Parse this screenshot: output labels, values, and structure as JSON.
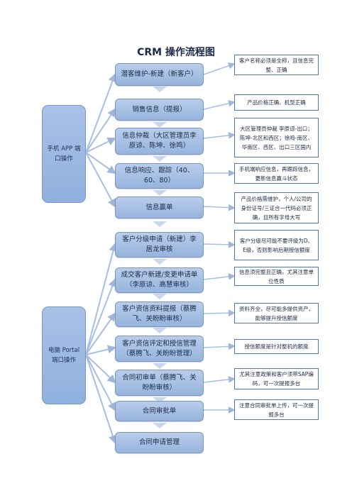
{
  "title": "CRM 操作流程图",
  "sides": [
    {
      "label": "手机 APP 端口操作"
    },
    {
      "label": "电脑 Portal 端口操作"
    }
  ],
  "steps": [
    {
      "label": "潜客维护-新建（新客户）"
    },
    {
      "label": "销售信息（提报）"
    },
    {
      "label": "信息仲裁（大区管理员李原谅、陈坤、徐鸣）"
    },
    {
      "label": "信息响应、跟踪（40、60、80）"
    },
    {
      "label": "信息赢单"
    },
    {
      "label": "客户分级申请（新建）李居龙审核"
    },
    {
      "label": "成交客户新建/变更申请单（李原谅、高慧审核）"
    },
    {
      "label": "客户资信资料提报（蔡腾飞、关盼盼审核）"
    },
    {
      "label": "客户资信评定和授信管理（蔡腾飞、关盼盼管理）"
    },
    {
      "label": "合同初审单（蔡腾飞、关盼盼审核）"
    },
    {
      "label": "合同审批单"
    },
    {
      "label": "合同申请管理"
    }
  ],
  "notes": [
    {
      "label": "客户名称必须是全称，且信息完整、正确"
    },
    {
      "label": "产品价格正确、机型正确"
    },
    {
      "label": "大区管理员仲裁 李原谅-出口；陈坤-北区和西区；徐鸣-南区、华南区、西区、出口三区国内"
    },
    {
      "label": "手机端响应信息，再跟踪信息，更新信息赢斗状态"
    },
    {
      "label": "产品价格需维护，个人/公司的身份证号/三证合一代码必须正确，且所有字母大写"
    },
    {
      "label": "客户分级尽可能不要评级为D、E级，否则影响后期授信额度"
    },
    {
      "label": "信息须完整且正确，尤其注意单位性质"
    },
    {
      "label": "资料齐全，尽可能多提供资产，能够提升授信额度"
    },
    {
      "label": "授信额度是针对整机的额度"
    },
    {
      "label": "尤其注意政策和客户须带SAP编码，可一次提报多台"
    },
    {
      "label": "注意合同审批单上传，可一次提报多台"
    }
  ]
}
